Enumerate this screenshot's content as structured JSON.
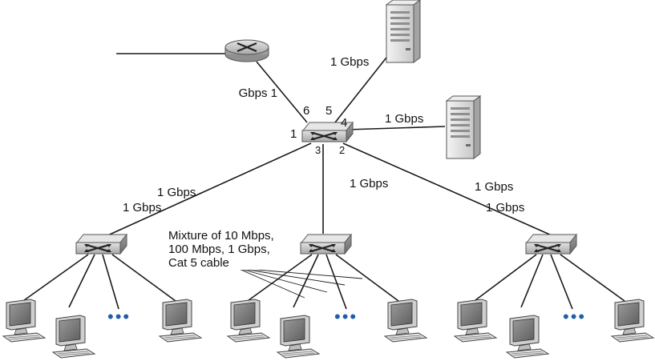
{
  "diagram": {
    "port_labels": {
      "p1": "1",
      "p2": "2",
      "p3": "3",
      "p4": "4",
      "p5": "5",
      "p6": "6"
    },
    "link_labels": {
      "server_top": "1 Gbps",
      "server_right": "1 Gbps",
      "router_link": "1 Gbps",
      "left_link": "1 Gbps",
      "middle_link": "1 Gbps",
      "right_link": "1 Gbps",
      "left_link_b": "1 Gbps",
      "right_link_b": "1 Gbps"
    },
    "cable_note": {
      "line1": "Mixture of 10 Mbps,",
      "line2": "100 Mbps, 1 Gbps,",
      "line3": "Cat 5 cable"
    },
    "ellipsis": "•••",
    "colors": {
      "switch_face": "#a9a9a9",
      "switch_edge": "#5a5a5a",
      "server_body": "#d9d9d9",
      "monitor_screen": "#7d7d7d",
      "ellipsis": "#1f5fa8",
      "line": "#1a1a1a"
    }
  }
}
